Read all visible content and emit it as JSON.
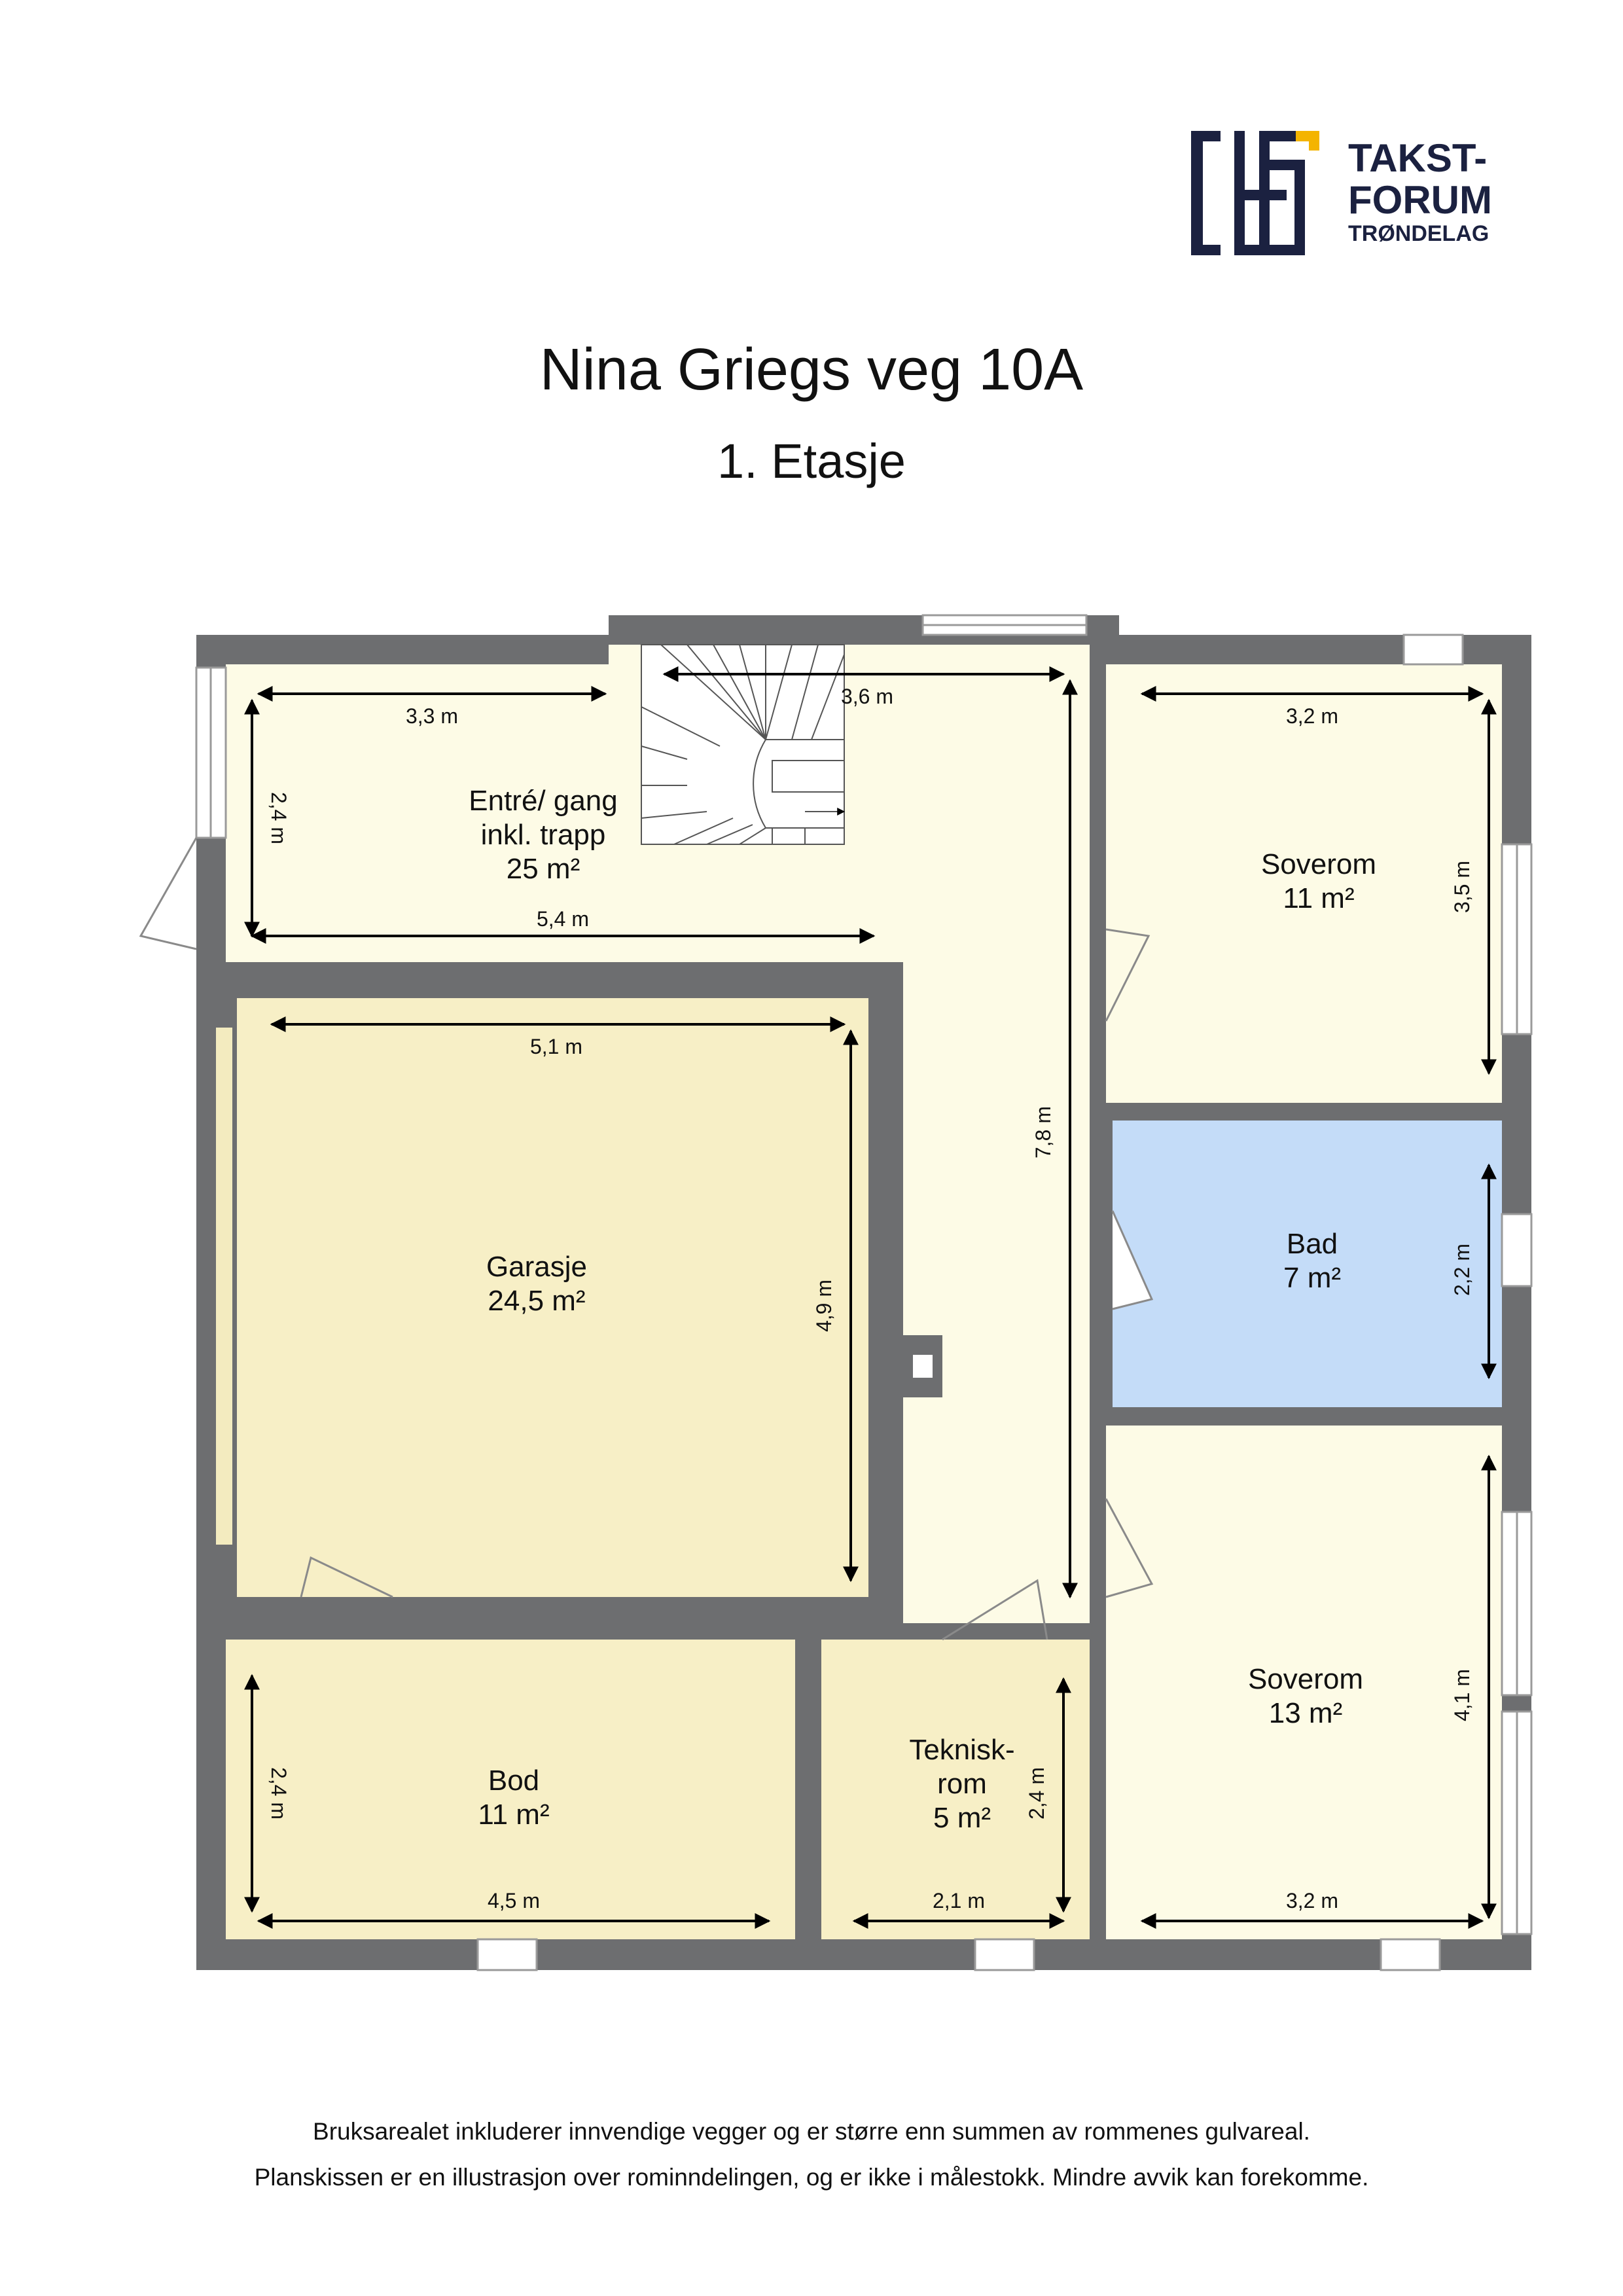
{
  "logo": {
    "line1": "TAKST-",
    "line2": "FORUM",
    "line3": "TRØNDELAG",
    "color": "#1b2140",
    "accent": "#f4b400"
  },
  "title": "Nina Griegs veg 10A",
  "subtitle": "1. Etasje",
  "colors": {
    "wall": "#6d6e70",
    "hall": "#fdfbe6",
    "garage": "#f7efc6",
    "bath": "#c4dcf8"
  },
  "rooms": {
    "entre": {
      "name_1": "Entré/ gang",
      "name_2": "inkl. trapp",
      "area": "25 m²"
    },
    "garasje": {
      "name": "Garasje",
      "area": "24,5 m²"
    },
    "soverom1": {
      "name": "Soverom",
      "area": "11 m²"
    },
    "bad": {
      "name": "Bad",
      "area": "7 m²"
    },
    "soverom2": {
      "name": "Soverom",
      "area": "13 m²"
    },
    "bod": {
      "name": "Bod",
      "area": "11 m²"
    },
    "teknisk": {
      "name_1": "Teknisk-",
      "name_2": "rom",
      "area": "5 m²"
    }
  },
  "dimensions": {
    "entre_width": "3,3 m",
    "stair_width": "3,6 m",
    "entre_height": "2,4 m",
    "entre_total": "5,4 m",
    "hall_length": "7,8 m",
    "soverom1_width": "3,2 m",
    "soverom1_height": "3,5 m",
    "garasje_width": "5,1 m",
    "garasje_height": "4,9 m",
    "bad_height": "2,2 m",
    "soverom2_height": "4,1 m",
    "soverom2_width": "3,2 m",
    "bod_height": "2,4 m",
    "bod_width": "4,5 m",
    "teknisk_height": "2,4 m",
    "teknisk_width": "2,1 m"
  },
  "footer": {
    "line1": "Bruksarealet inkluderer innvendige vegger og er større enn summen av rommenes gulvareal.",
    "line2": "Planskissen er en illustrasjon over rominndelingen, og er ikke i målestokk. Mindre avvik kan forekomme."
  }
}
